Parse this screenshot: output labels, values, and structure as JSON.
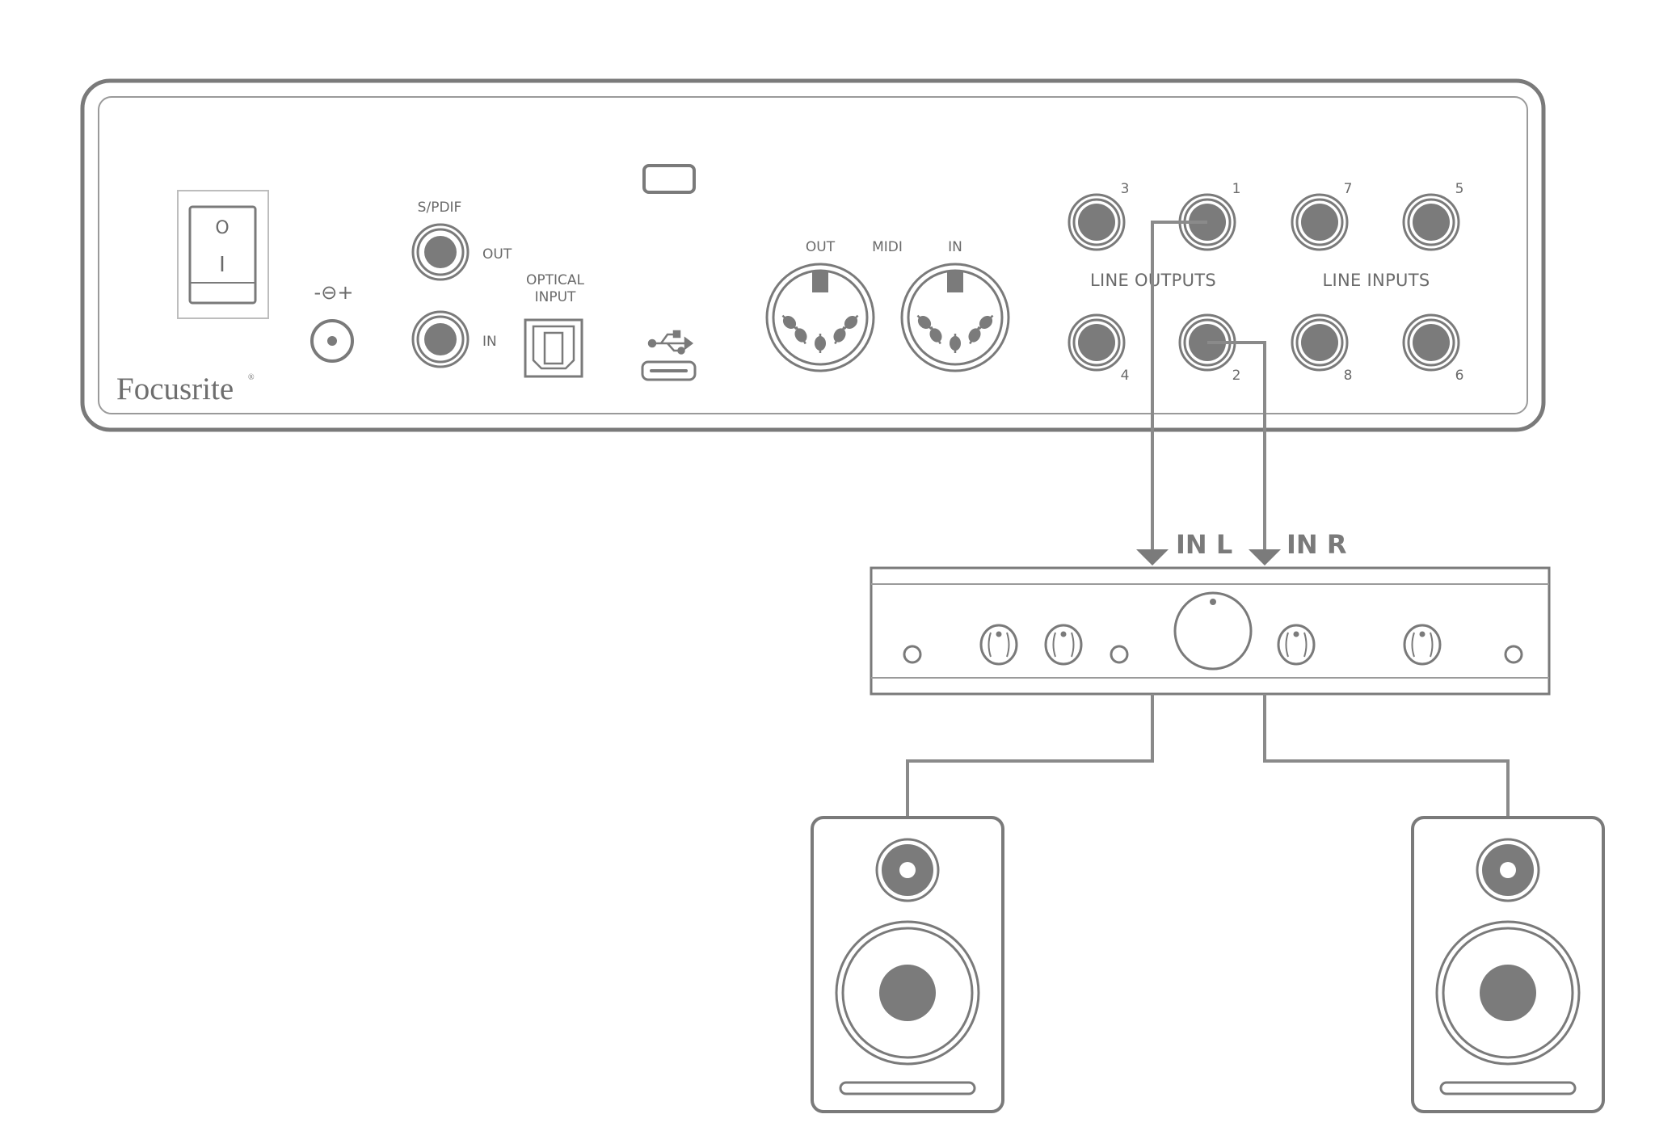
{
  "interface": {
    "brand": "Focusrite",
    "brand_mark": "®",
    "power_switch": {
      "on_symbol": "I",
      "off_symbol": "O"
    },
    "dc_power_symbol": "-⊖+",
    "spdif": {
      "title": "S/PDIF",
      "out_label": "OUT",
      "in_label": "IN"
    },
    "optical": {
      "line1": "OPTICAL",
      "line2": "INPUT"
    },
    "usb_icon": "usb-icon",
    "midi": {
      "out_label": "OUT",
      "title": "MIDI",
      "in_label": "IN"
    },
    "line_outputs": {
      "label": "LINE OUTPUTS",
      "jacks": [
        {
          "number": "3"
        },
        {
          "number": "1"
        },
        {
          "number": "4"
        },
        {
          "number": "2"
        }
      ]
    },
    "line_inputs": {
      "label": "LINE INPUTS",
      "jacks": [
        {
          "number": "7"
        },
        {
          "number": "5"
        },
        {
          "number": "8"
        },
        {
          "number": "6"
        }
      ]
    }
  },
  "amplifier": {
    "inputs": [
      {
        "label": "IN L"
      },
      {
        "label": "IN R"
      }
    ]
  },
  "speakers": [
    {
      "side": "left"
    },
    {
      "side": "right"
    }
  ],
  "colors": {
    "line": "#7a7a7a",
    "fill": "#7b7b7b",
    "cable": "#8a8a8a"
  }
}
